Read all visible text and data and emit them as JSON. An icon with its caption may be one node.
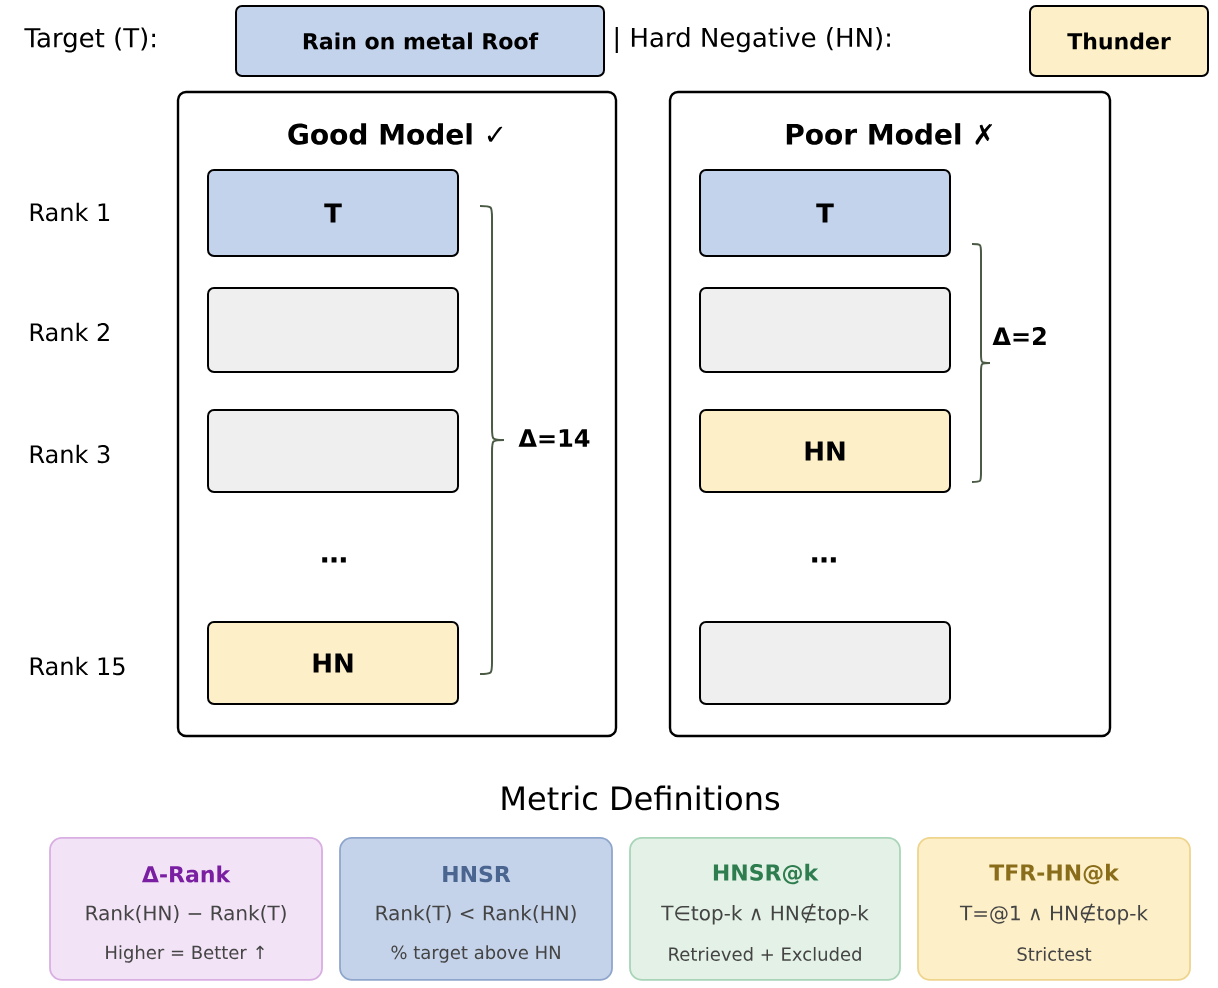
{
  "diagram": {
    "title": "Metric Definitions",
    "nodes": [
      {
        "text": [
          "Rain on metal Roof"
        ]
      },
      {
        "text": [
          "Thunder"
        ]
      },
      {
        "text": [
          "Good Model ✓"
        ]
      },
      {
        "text": [
          "T"
        ],
        "in": 2
      },
      {
        "text": [],
        "shape": "box",
        "in": 2
      },
      {
        "text": [],
        "shape": "box",
        "in": 2
      },
      {
        "text": [
          "HN"
        ],
        "in": 2
      },
      {
        "text": [
          "Poor Model ✗"
        ]
      },
      {
        "text": [
          "T"
        ],
        "in": 7
      },
      {
        "text": [],
        "shape": "box",
        "in": 7
      },
      {
        "text": [
          "HN"
        ],
        "in": 7
      },
      {
        "text": [],
        "shape": "box",
        "in": 7
      },
      {
        "text": [
          "Δ-Rank",
          "Rank(HN) − Rank(T)",
          "Higher = Better ↑"
        ]
      },
      {
        "text": [
          "HNSR",
          "Rank(T) < Rank(HN)",
          "% target above HN"
        ]
      },
      {
        "text": [
          "HNSR@k",
          "T∈top-k ∧ HN∉top-k",
          "Retrieved + Excluded"
        ]
      },
      {
        "text": [
          "TFR-HN@k",
          "T=@1 ∧ HN∉top-k",
          "Strictest"
        ]
      }
    ],
    "edges": [],
    "labels": [
      "Target (T):",
      "| Hard Negative (HN):",
      "Rank 1",
      "Rank 2",
      "Rank 3",
      "…",
      "Rank 15",
      "Δ=14",
      "Δ=2",
      "…"
    ]
  }
}
